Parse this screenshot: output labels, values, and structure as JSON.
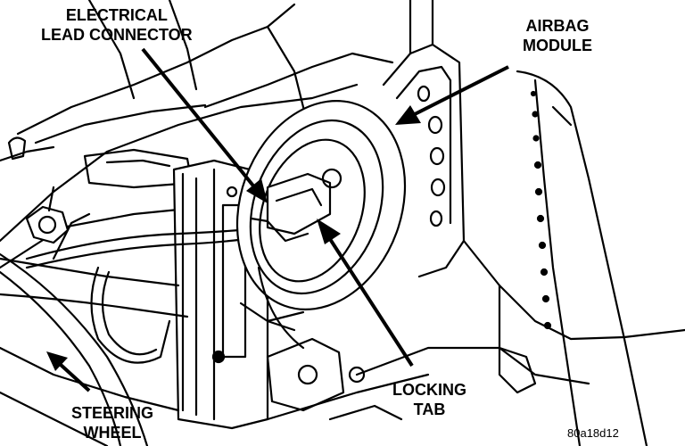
{
  "labels": {
    "electrical_lead_connector": [
      "ELECTRICAL",
      "LEAD CONNECTOR"
    ],
    "airbag_module": [
      "AIRBAG",
      "MODULE"
    ],
    "locking_tab": [
      "LOCKING",
      "TAB"
    ],
    "steering_wheel": [
      "STEERING",
      "WHEEL"
    ]
  },
  "figure_code": "80a18d12",
  "colors": {
    "ink": "#000000",
    "paper": "#ffffff"
  }
}
